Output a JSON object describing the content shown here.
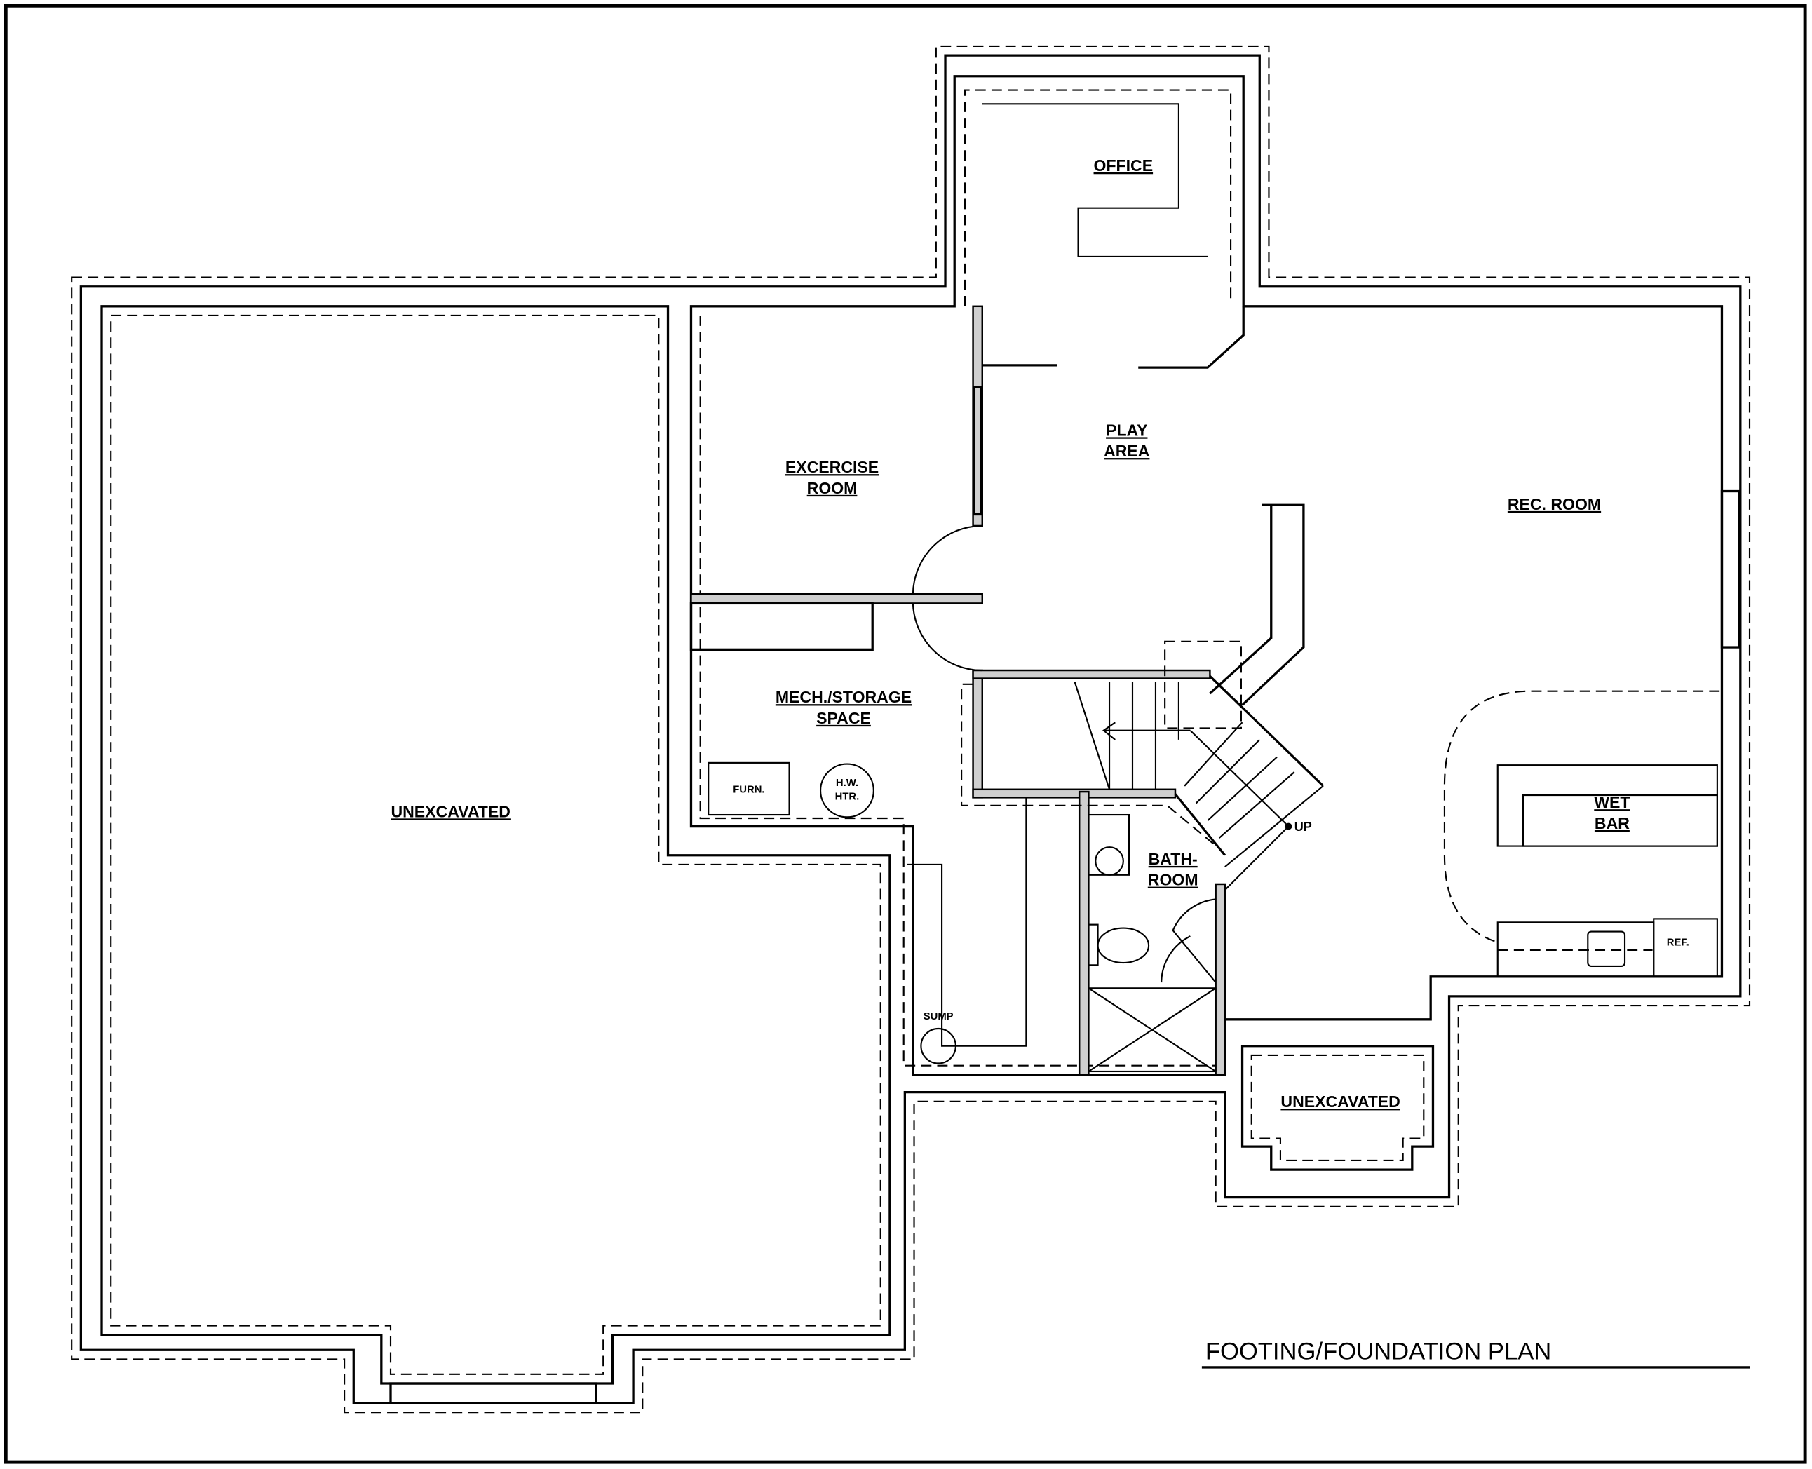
{
  "title": "FOOTING/FOUNDATION PLAN",
  "rooms": {
    "unexcavated_main": "UNEXCAVATED",
    "unexcavated_small": "UNEXCAVATED",
    "office": "OFFICE",
    "play_area_1": "PLAY",
    "play_area_2": "AREA",
    "exercise_1": "EXCERCISE",
    "exercise_2": "ROOM",
    "rec_room": "REC. ROOM",
    "mech_1": "MECH./STORAGE",
    "mech_2": "SPACE",
    "bath_1": "BATH-",
    "bath_2": "ROOM",
    "wet_bar_1": "WET",
    "wet_bar_2": "BAR"
  },
  "fixtures": {
    "furnace": "FURN.",
    "water_heater_1": "H.W.",
    "water_heater_2": "HTR.",
    "sump": "SUMP",
    "refrigerator": "REF.",
    "stairs_up": "UP"
  },
  "colors": {
    "line": "#000000",
    "foundation_fill": "#e4e4e4",
    "background": "#ffffff"
  }
}
